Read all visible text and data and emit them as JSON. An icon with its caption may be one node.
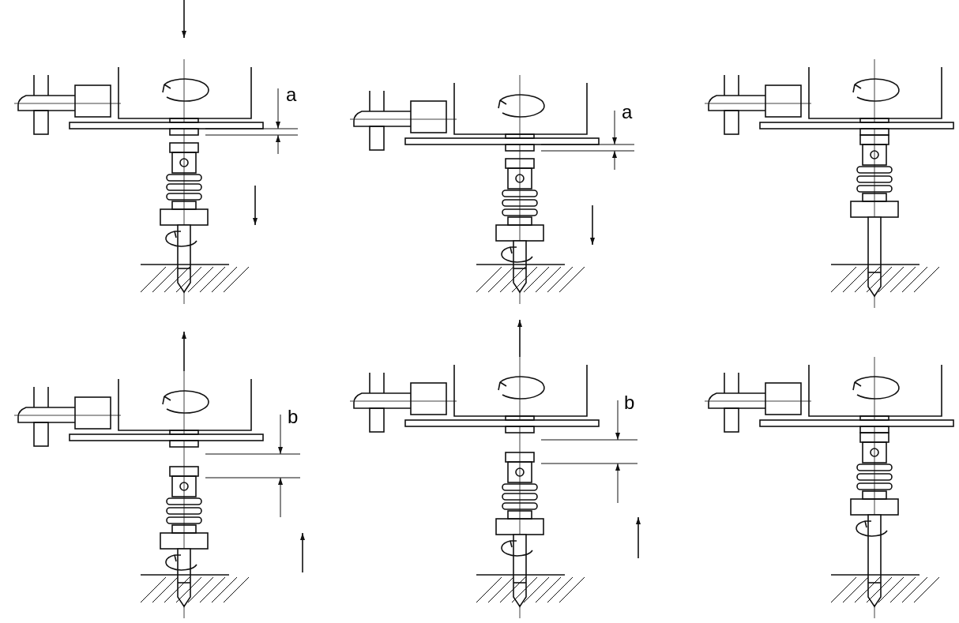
{
  "diagram": {
    "labels": [
      "a",
      "a",
      "b",
      "b"
    ]
  }
}
